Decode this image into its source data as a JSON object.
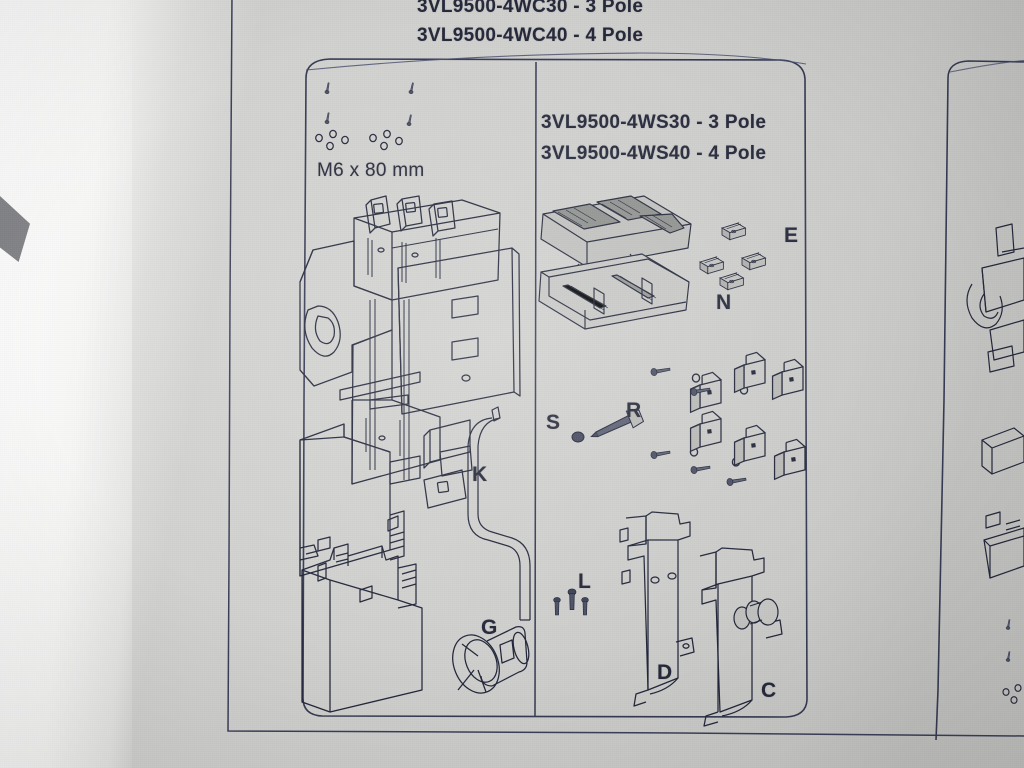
{
  "document": {
    "type": "installation-instruction-sheet",
    "top_headings": [
      "3VL9500-4WC30 - 3 Pole",
      "3VL9500-4WC40 - 4 Pole"
    ],
    "panels": [
      {
        "id": "left-panel",
        "headings": [],
        "dimension_note": "M6 x 80 mm",
        "part_labels": [
          "K",
          "G"
        ]
      },
      {
        "id": "right-panel",
        "headings": [
          "3VL9500-4WS30 - 3 Pole",
          "3VL9500-4WS40 - 4 Pole"
        ],
        "part_labels": [
          "E",
          "N",
          "S",
          "R",
          "L",
          "D",
          "C"
        ]
      },
      {
        "id": "right-partial-panel",
        "headings": [],
        "part_labels": []
      }
    ],
    "labels": {
      "dimension": "M6 x 80 mm",
      "E": "E",
      "N": "N",
      "S": "S",
      "R": "R",
      "K": "K",
      "G": "G",
      "L": "L",
      "D": "D",
      "C": "C"
    },
    "colors": {
      "paper": "#cfcfcd",
      "page_white": "#fafafa",
      "ink": "#343a52",
      "ink_dark": "#22263a",
      "shade_fill": "#a8a9a6"
    }
  }
}
